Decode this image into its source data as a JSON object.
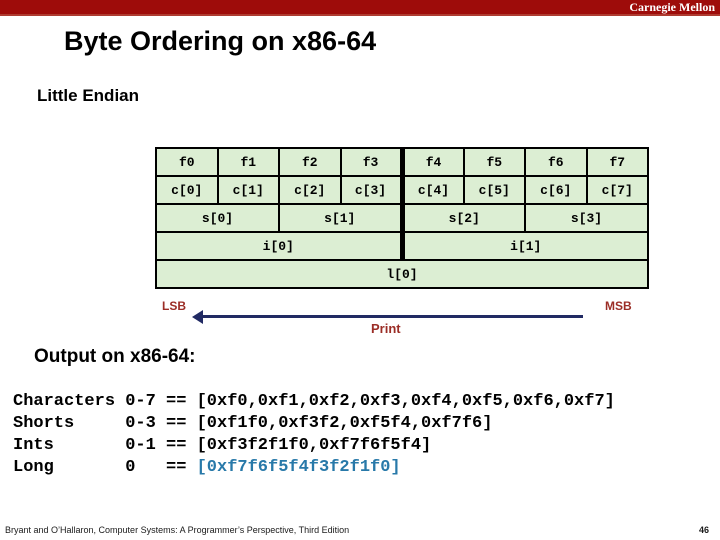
{
  "header": {
    "brand": "Carnegie Mellon"
  },
  "title": "Byte Ordering on x86-64",
  "subtitle": "Little Endian",
  "diagram": {
    "rows": [
      {
        "name": "bytes",
        "span": 1,
        "cells": [
          "f0",
          "f1",
          "f2",
          "f3",
          "f4",
          "f5",
          "f6",
          "f7"
        ]
      },
      {
        "name": "chars",
        "span": 1,
        "cells": [
          "c[0]",
          "c[1]",
          "c[2]",
          "c[3]",
          "c[4]",
          "c[5]",
          "c[6]",
          "c[7]"
        ]
      },
      {
        "name": "shorts",
        "span": 2,
        "cells": [
          "s[0]",
          "s[1]",
          "s[2]",
          "s[3]"
        ]
      },
      {
        "name": "ints",
        "span": 4,
        "cells": [
          "i[0]",
          "i[1]"
        ]
      },
      {
        "name": "longs",
        "span": 8,
        "cells": [
          "l[0]"
        ]
      }
    ],
    "lsb": "LSB",
    "msb": "MSB",
    "print": "Print"
  },
  "output": {
    "heading": "Output on x86-64:",
    "lines": [
      {
        "label": "Characters",
        "range": "0-7",
        "eq": "==",
        "value": "[0xf0,0xf1,0xf2,0xf3,0xf4,0xf5,0xf6,0xf7]",
        "highlight": false
      },
      {
        "label": "Shorts",
        "range": "0-3",
        "eq": "==",
        "value": "[0xf1f0,0xf3f2,0xf5f4,0xf7f6]",
        "highlight": false
      },
      {
        "label": "Ints",
        "range": "0-1",
        "eq": "==",
        "value": "[0xf3f2f1f0,0xf7f6f5f4]",
        "highlight": false
      },
      {
        "label": "Long",
        "range": "0",
        "eq": "==",
        "value": "[0xf7f6f5f4f3f2f1f0]",
        "highlight": true
      }
    ]
  },
  "footer": {
    "citation": "Bryant and O’Hallaron, Computer Systems: A Programmer’s Perspective, Third Edition",
    "page": "46"
  },
  "colors": {
    "bar_red": "#9E0C0A",
    "bar_red_bottom": "#AE3B30",
    "cell_green": "#DCEED3",
    "arrow_navy": "#212A63",
    "label_red": "#9B2D26",
    "code_blue": "#2879A9"
  }
}
